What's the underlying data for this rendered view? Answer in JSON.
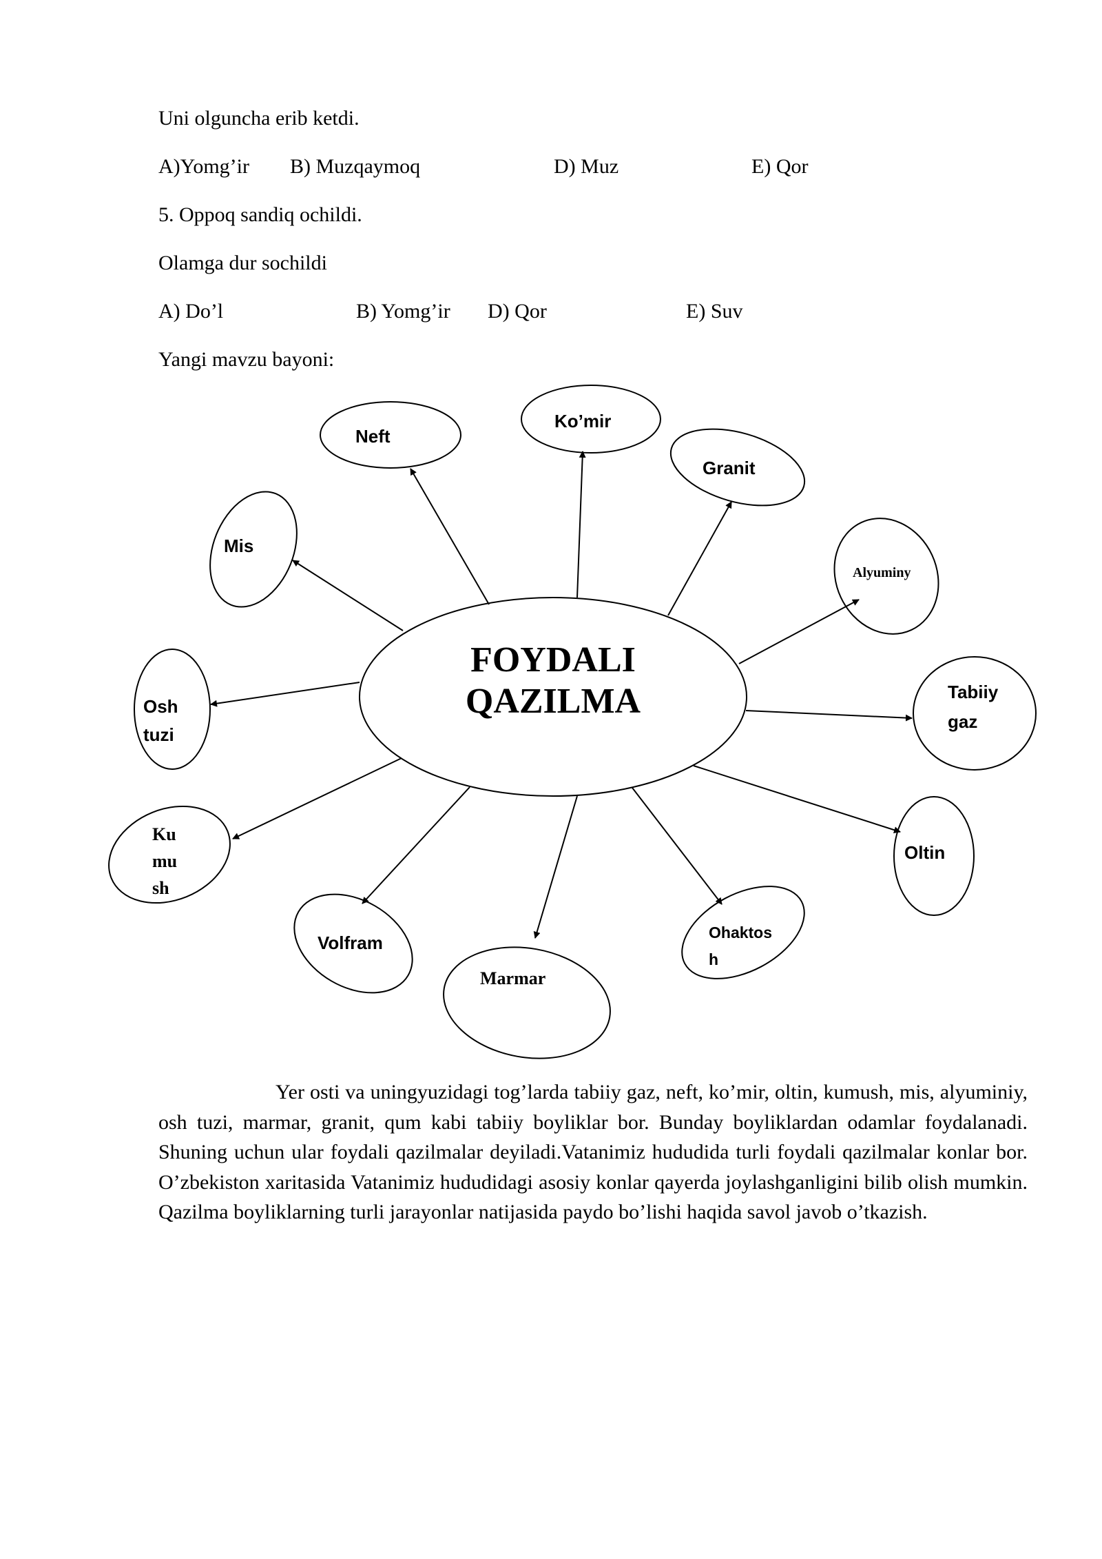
{
  "quiz": {
    "riddle_line": "Uni olguncha erib ketdi.",
    "q1_options": [
      "A)Yomg’ir",
      "B) Muzqaymoq",
      "D) Muz",
      "E) Qor"
    ],
    "q5_line1": "5. Oppoq sandiq ochildi.",
    "q5_line2": "Olamga dur sochildi",
    "q5_options": [
      "A) Do’l",
      "B) Yomg’ir",
      "D) Qor",
      "E) Suv"
    ],
    "new_topic": "Yangi mavzu bayoni:"
  },
  "diagram": {
    "center_line1": "FOYDALI",
    "center_line2": "QAZILMA",
    "nodes": {
      "neft": [
        "Neft"
      ],
      "komir": [
        "Ko’mir"
      ],
      "granit": [
        "Granit"
      ],
      "mis": [
        "Mis"
      ],
      "alyuminy": [
        "Alyuminy"
      ],
      "osh_tuzi": [
        "Osh",
        "tuzi"
      ],
      "tabiiy_gaz": [
        "Tabiiy",
        "gaz"
      ],
      "kumush": [
        "Ku",
        "mu",
        "sh"
      ],
      "oltin": [
        "Oltin"
      ],
      "volfram": [
        "Volfram"
      ],
      "marmar": [
        "Marmar"
      ],
      "ohaktosh": [
        "Ohaktos",
        "h"
      ]
    }
  },
  "paragraph": "Yer osti va uningyuzidagi tog’larda tabiiy gaz, neft, ko’mir, oltin, kumush, mis, alyuminiy, osh tuzi, marmar, granit, qum kabi tabiiy boyliklar bor. Bunday boyliklardan odamlar foydalanadi. Shuning uchun ular foydali qazilmalar deyiladi.Vatanimiz hududida turli  foydali qazilmalar konlar bor. O’zbekiston xaritasida Vatanimiz hududidagi asosiy konlar qayerda joylashganligini bilib olish mumkin. Qazilma boyliklarning turli jarayonlar natijasida paydo bo’lishi haqida savol javob o’tkazish."
}
